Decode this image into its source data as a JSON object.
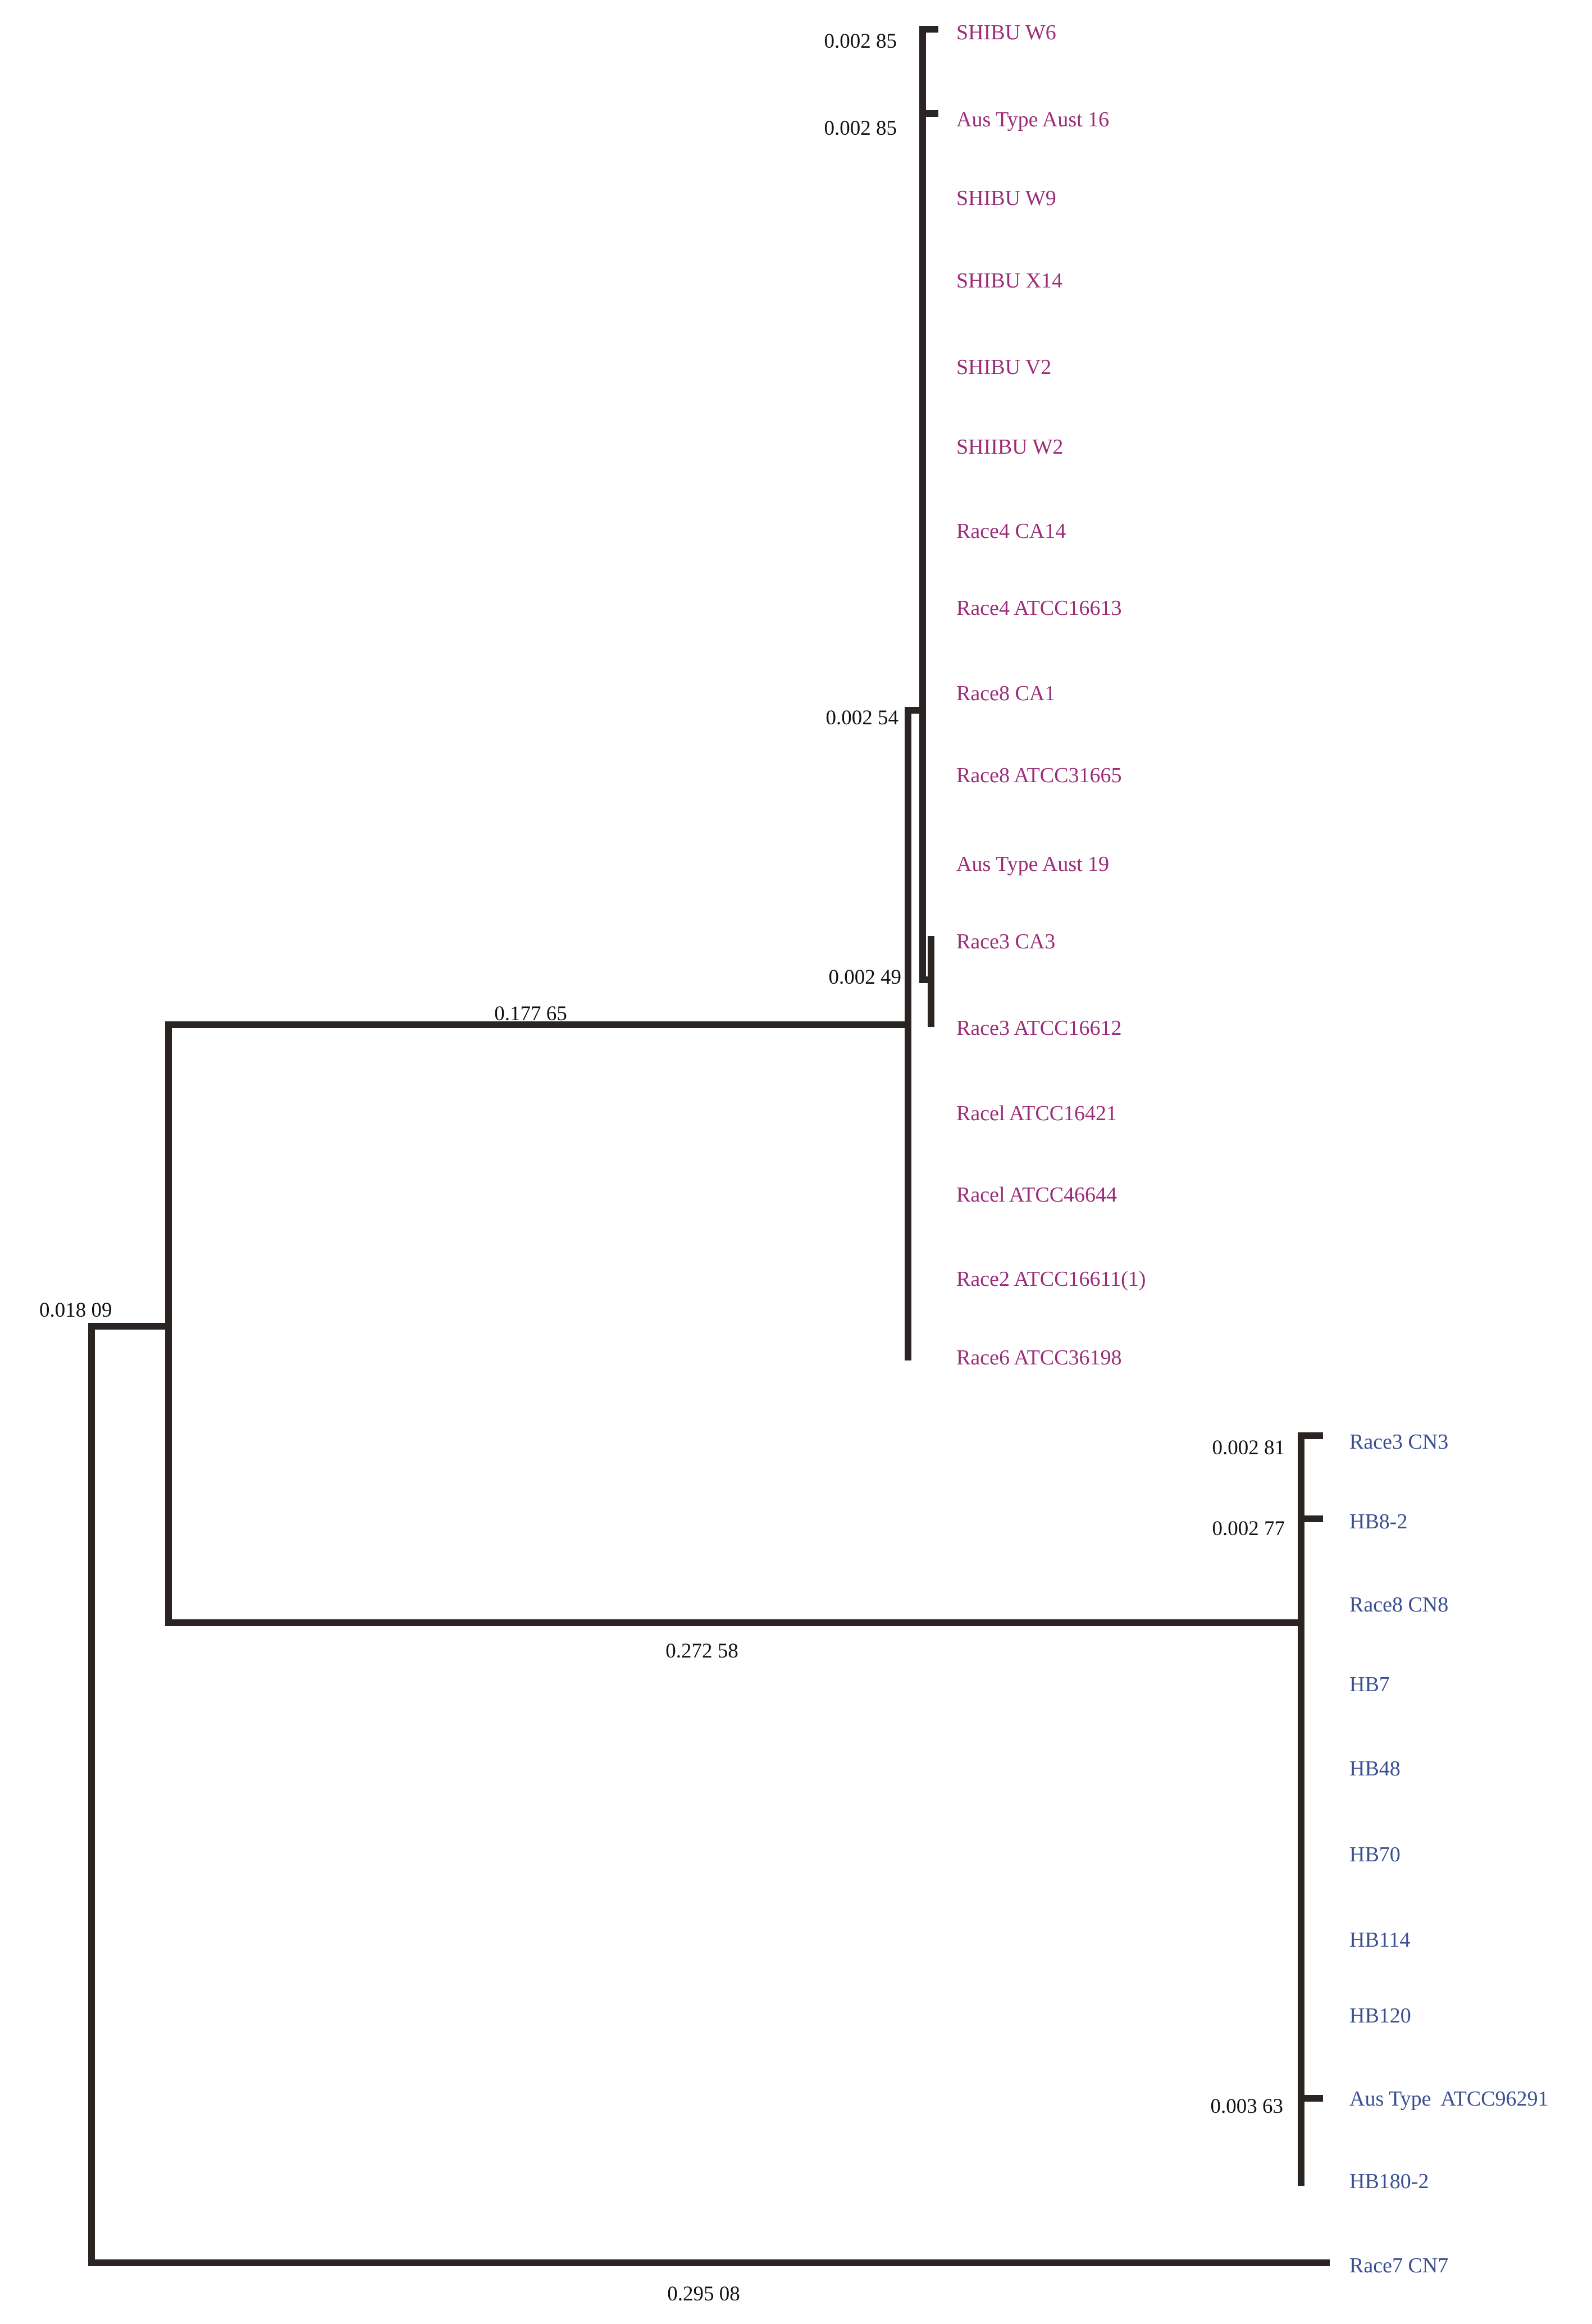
{
  "colors": {
    "branch": "#2a2522",
    "clade_1": "#9b2c78",
    "clade_2": "#3a4f92",
    "branch_label": "#111111"
  },
  "branch_lengths": {
    "b_w6": "0.002 85",
    "b_aust16": "0.002 85",
    "b_race8": "0.002 54",
    "b_race3": "0.002 49",
    "b_cladeA": "0.177 65",
    "b_root_inner": "0.018 09",
    "b_cn3": "0.002 81",
    "b_hb82": "0.002 77",
    "b_atcc": "0.003 63",
    "b_cladeB": "0.272 58",
    "b_cn7": "0.295 08"
  },
  "clade_1": {
    "color": "#9b2c78",
    "taxa": [
      "SHIBU W6",
      "Aus Type Aust 16",
      "SHIBU W9",
      "SHIBU X14",
      "SHIBU V2",
      "SHIIBU W2",
      "Race4 CA14",
      "Race4 ATCC16613",
      "Race8 CA1",
      "Race8 ATCC31665",
      "Aus Type Aust 19",
      "Race3 CA3",
      "Race3 ATCC16612",
      "Racel ATCC16421",
      "Racel ATCC46644",
      "Race2 ATCC16611(1)",
      "Race6 ATCC36198"
    ]
  },
  "clade_2": {
    "color": "#3a4f92",
    "taxa": [
      "Race3 CN3",
      "HB8-2",
      "Race8 CN8",
      "HB7",
      "HB48",
      "HB70",
      "HB114",
      "HB120",
      "Aus Type  ATCC96291",
      "HB180-2",
      "Race7 CN7"
    ]
  }
}
